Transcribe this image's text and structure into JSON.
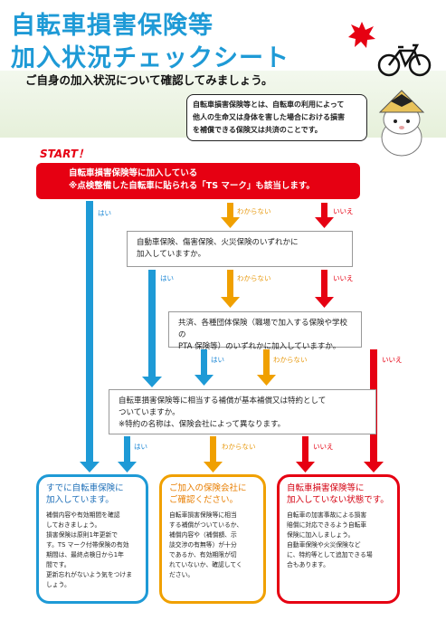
{
  "header": {
    "title_line1": "自転車損害保険等",
    "title_line2": "加入状況チェックシート",
    "subtitle": "ご自身の加入状況について確認してみましょう。"
  },
  "definition": {
    "lines": [
      "自転車損害保険等とは、自転車の利用によって",
      "他人の生命又は身体を害した場合における損害",
      "を補償できる保険又は共済のことです。"
    ]
  },
  "start": {
    "label": "START！",
    "line1": "自転車損害保険等に加入している",
    "line2": "※点検整備した自転車に貼られる「TS マーク」も該当します。"
  },
  "answers": {
    "yes": "はい",
    "unknown": "わからない",
    "no": "いいえ"
  },
  "questions": {
    "q2": [
      "自動車保険、傷害保険、火災保険のいずれかに",
      "加入していますか。"
    ],
    "q3": [
      "共済、各種団体保険（職場で加入する保険や学校の",
      "PTA 保険等）のいずれかに加入していますか。"
    ],
    "q4": [
      "自転車損害保険等に相当する補償が基本補償又は特約として",
      "ついていますか。",
      "※特約の名称は、保険会社によって異なります。"
    ]
  },
  "results": {
    "covered": {
      "title": [
        "すでに自転車保険に",
        "加入しています。"
      ],
      "body": [
        "補償内容や有効期間を確認",
        "しておきましょう。",
        "損害保険は原則1年更新で",
        "す。TS マーク付帯保険の有効",
        "期間は、最終点検日から1年",
        "間です。",
        "更新忘れがないよう気をつけま",
        "しょう。"
      ]
    },
    "check": {
      "title": [
        "ご加入の保険会社に",
        "ご確認ください。"
      ],
      "body": [
        "自転車損害保険等に相当",
        "する補償がついているか、",
        "補償内容や（補償額、示",
        "談交渉の有無等）が十分",
        "であるか、有効期限が切",
        "れていないか、確認してく",
        "ださい。"
      ]
    },
    "not_covered": {
      "title": [
        "自転車損害保険等に",
        "加入していない状態です。"
      ],
      "body": [
        "自転車の加害事故による損害",
        "賠償に対応できるよう自転車",
        "保険に加入しましょう。",
        "自動車保険や火災保険など",
        "に、特約等として追加できる場",
        "合もあります。"
      ]
    }
  },
  "colors": {
    "blue": "#1e9ad6",
    "orange": "#f0a000",
    "red": "#e60012"
  }
}
